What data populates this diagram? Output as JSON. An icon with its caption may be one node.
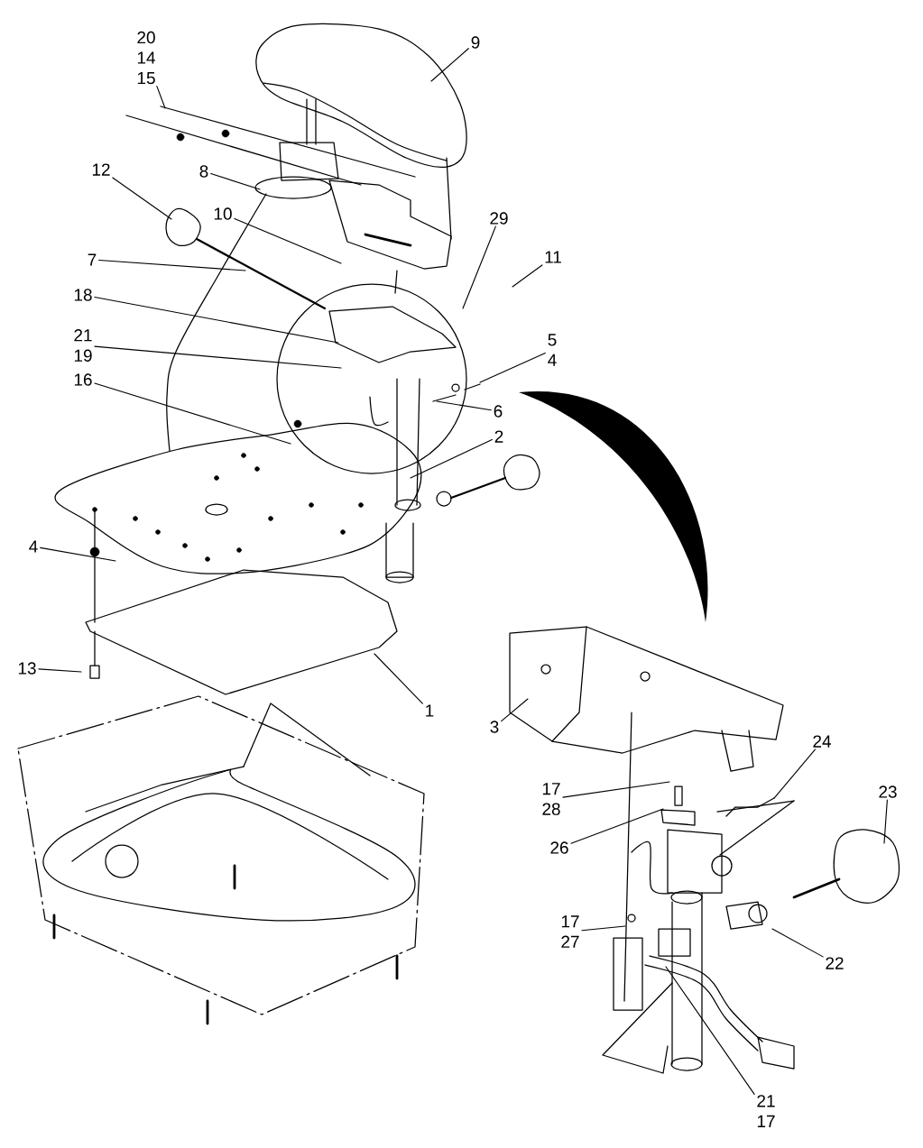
{
  "diagram": {
    "nodes": [
      {
        "text": [
          "20",
          "14",
          "15"
        ]
      },
      {
        "text": [
          "9"
        ]
      },
      {
        "text": [
          "12"
        ]
      },
      {
        "text": [
          "8"
        ]
      },
      {
        "text": [
          "10"
        ]
      },
      {
        "text": [
          "7"
        ]
      },
      {
        "text": [
          "29"
        ]
      },
      {
        "text": [
          "11"
        ]
      },
      {
        "text": [
          "18"
        ]
      },
      {
        "text": [
          "21",
          "19"
        ]
      },
      {
        "text": [
          "5",
          "4"
        ]
      },
      {
        "text": [
          "16"
        ]
      },
      {
        "text": [
          "6"
        ]
      },
      {
        "text": [
          "2"
        ]
      },
      {
        "text": [
          "4"
        ]
      },
      {
        "text": [
          "13"
        ]
      },
      {
        "text": [
          "1"
        ]
      },
      {
        "text": [
          "3"
        ]
      },
      {
        "text": [
          "24"
        ]
      },
      {
        "text": [
          "17",
          "28"
        ]
      },
      {
        "text": [
          "23"
        ]
      },
      {
        "text": [
          "26"
        ]
      },
      {
        "text": [
          "17",
          "27"
        ]
      },
      {
        "text": [
          "22"
        ]
      },
      {
        "text": [
          "21",
          "17"
        ]
      }
    ],
    "edges": [
      {
        "from": 0,
        "to": null,
        "arrow": "none"
      },
      {
        "from": 1,
        "to": null,
        "arrow": "none"
      },
      {
        "from": 2,
        "to": null,
        "arrow": "none"
      },
      {
        "from": 3,
        "to": null,
        "arrow": "none"
      },
      {
        "from": 4,
        "to": null,
        "arrow": "none"
      },
      {
        "from": 5,
        "to": null,
        "arrow": "none"
      },
      {
        "from": 6,
        "to": null,
        "arrow": "none"
      },
      {
        "from": 7,
        "to": null,
        "arrow": "none"
      },
      {
        "from": 8,
        "to": null,
        "arrow": "none"
      },
      {
        "from": 9,
        "to": null,
        "arrow": "none"
      },
      {
        "from": 10,
        "to": null,
        "arrow": "none"
      },
      {
        "from": 11,
        "to": null,
        "arrow": "none"
      },
      {
        "from": 12,
        "to": null,
        "arrow": "none"
      },
      {
        "from": 13,
        "to": null,
        "arrow": "none"
      },
      {
        "from": 14,
        "to": null,
        "arrow": "none"
      },
      {
        "from": 15,
        "to": null,
        "arrow": "none"
      },
      {
        "from": 16,
        "to": null,
        "arrow": "none"
      },
      {
        "from": 17,
        "to": null,
        "arrow": "none"
      },
      {
        "from": 18,
        "to": null,
        "arrow": "none"
      },
      {
        "from": 19,
        "to": null,
        "arrow": "none"
      },
      {
        "from": 20,
        "to": null,
        "arrow": "none"
      },
      {
        "from": 21,
        "to": null,
        "arrow": "none"
      },
      {
        "from": 22,
        "to": null,
        "arrow": "none"
      },
      {
        "from": 23,
        "to": null,
        "arrow": "none"
      },
      {
        "from": 24,
        "to": null,
        "arrow": "none"
      }
    ]
  }
}
